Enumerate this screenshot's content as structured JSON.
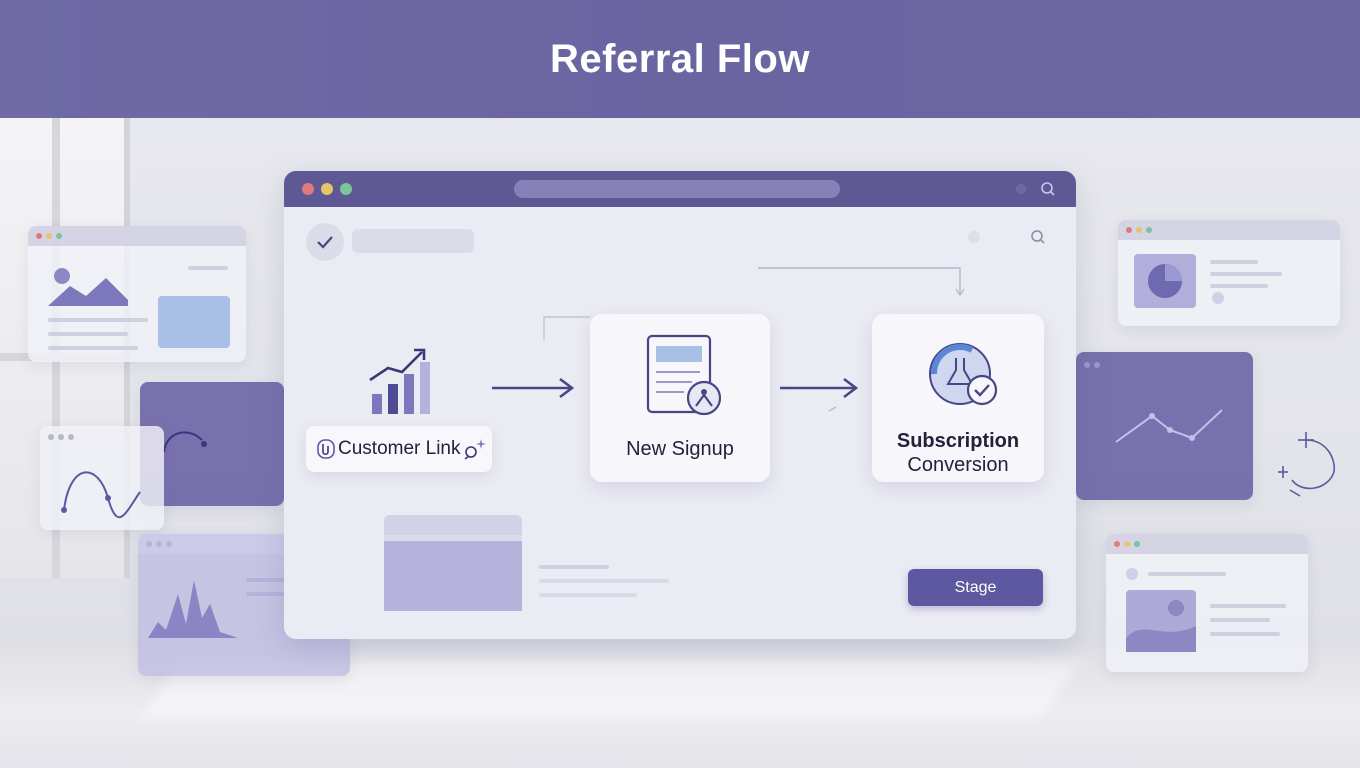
{
  "header": {
    "title": "Referral Flow"
  },
  "flow": {
    "steps": [
      {
        "label": "Customer Link",
        "icon": "growth-chart-icon"
      },
      {
        "label": "New Signup",
        "icon": "signup-form-icon"
      },
      {
        "label_line1": "Subscription",
        "label_line2": "Conversion",
        "icon": "conversion-check-icon"
      }
    ]
  },
  "actions": {
    "stage_label": "Stage"
  },
  "colors": {
    "header": "#6f6aa6",
    "browser_bar": "#5e5994",
    "accent": "#5d58a0",
    "card": "#f6f6fb",
    "text": "#22223a"
  }
}
